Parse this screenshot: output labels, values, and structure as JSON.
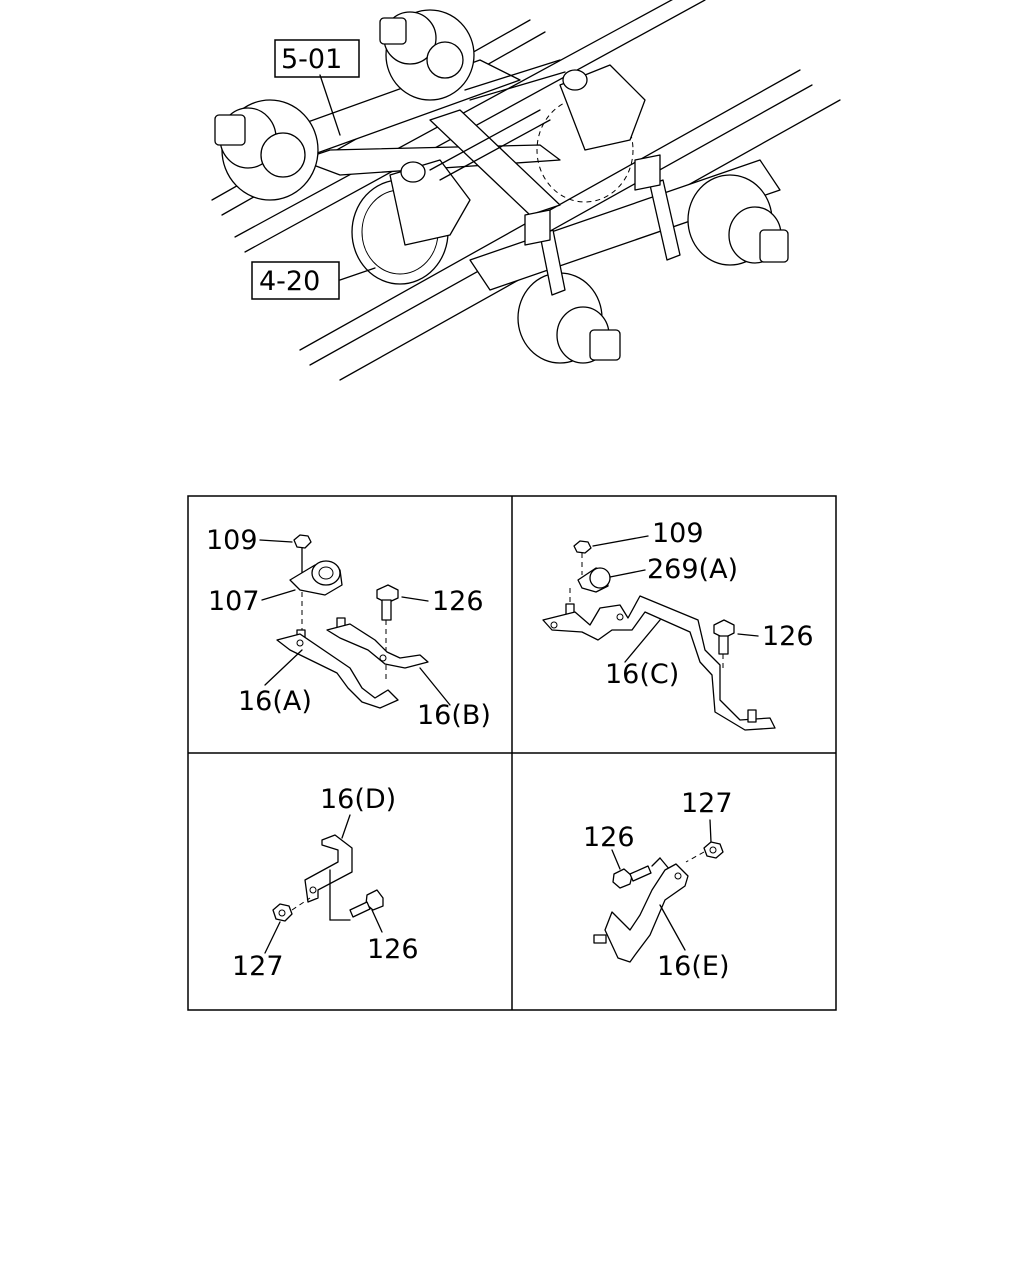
{
  "overview": {
    "ref_frame_label": "5-01",
    "ref_axle_label": "4-20"
  },
  "panel_a": {
    "nut": "109",
    "clamp": "107",
    "bolt": "126",
    "bracket_a": "16(A)",
    "bracket_b": "16(B)"
  },
  "panel_c": {
    "nut": "109",
    "clamp": "269(A)",
    "bolt": "126",
    "bracket_c": "16(C)"
  },
  "panel_d": {
    "bracket_d": "16(D)",
    "nut": "127",
    "bolt": "126"
  },
  "panel_e": {
    "nut": "127",
    "bolt": "126",
    "bracket_e": "16(E)"
  }
}
